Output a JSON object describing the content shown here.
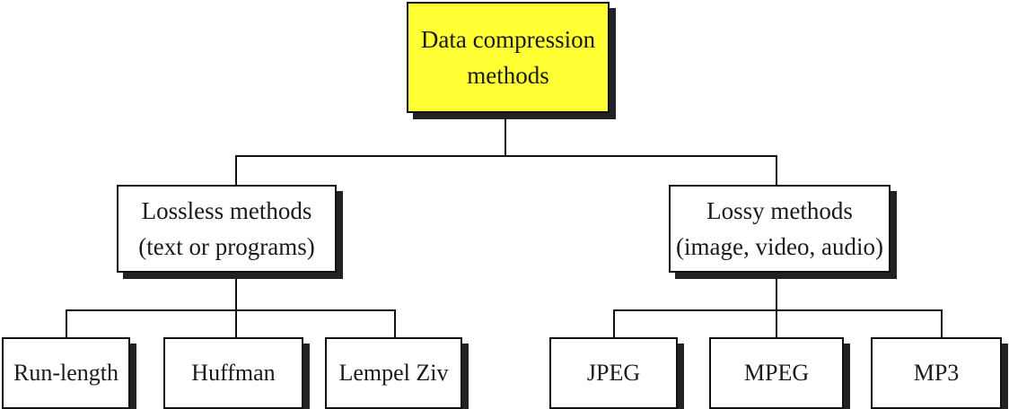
{
  "diagram": {
    "root": {
      "label": "Data compression\nmethods",
      "fill_color": "#ffff33"
    },
    "lossless": {
      "label": "Lossless methods\n(text or programs)",
      "children": [
        "Run-length",
        "Huffman",
        "Lempel Ziv"
      ]
    },
    "lossy": {
      "label": "Lossy methods\n(image, video, audio)",
      "children": [
        "JPEG",
        "MPEG",
        "MP3"
      ]
    },
    "colors": {
      "line": "#111111",
      "shadow": "#222222",
      "box": "#ffffff"
    }
  }
}
